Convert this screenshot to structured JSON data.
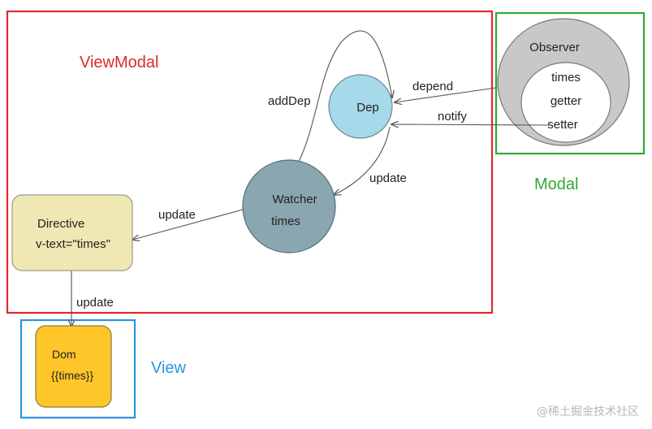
{
  "regions": {
    "viewmodal": {
      "label": "ViewModal",
      "color": "#e0292b"
    },
    "modal": {
      "label": "Modal",
      "color": "#2eaa37"
    },
    "view": {
      "label": "View",
      "color": "#2796dd"
    }
  },
  "nodes": {
    "observer": {
      "title": "Observer",
      "items": [
        "times",
        "getter",
        "setter"
      ]
    },
    "dep": {
      "label": "Dep"
    },
    "watcher": {
      "line1": "Watcher",
      "line2": "times"
    },
    "directive": {
      "line1": "Directive",
      "line2": "v-text=\"times\""
    },
    "dom": {
      "line1": "Dom",
      "line2": "{{times}}"
    }
  },
  "edges": {
    "add_dep": "addDep",
    "depend": "depend",
    "notify": "notify",
    "update_dep_watcher": "update",
    "update_watcher_directive": "update",
    "update_directive_dom": "update"
  },
  "colors": {
    "observer_fill": "#c8c8c8",
    "dep_fill": "#a6d9ea",
    "watcher_fill": "#8aa6b0",
    "directive_fill": "#efe8b4",
    "dom_fill": "#ffc629",
    "line": "#555555"
  },
  "watermark": "@稀土掘金技术社区"
}
